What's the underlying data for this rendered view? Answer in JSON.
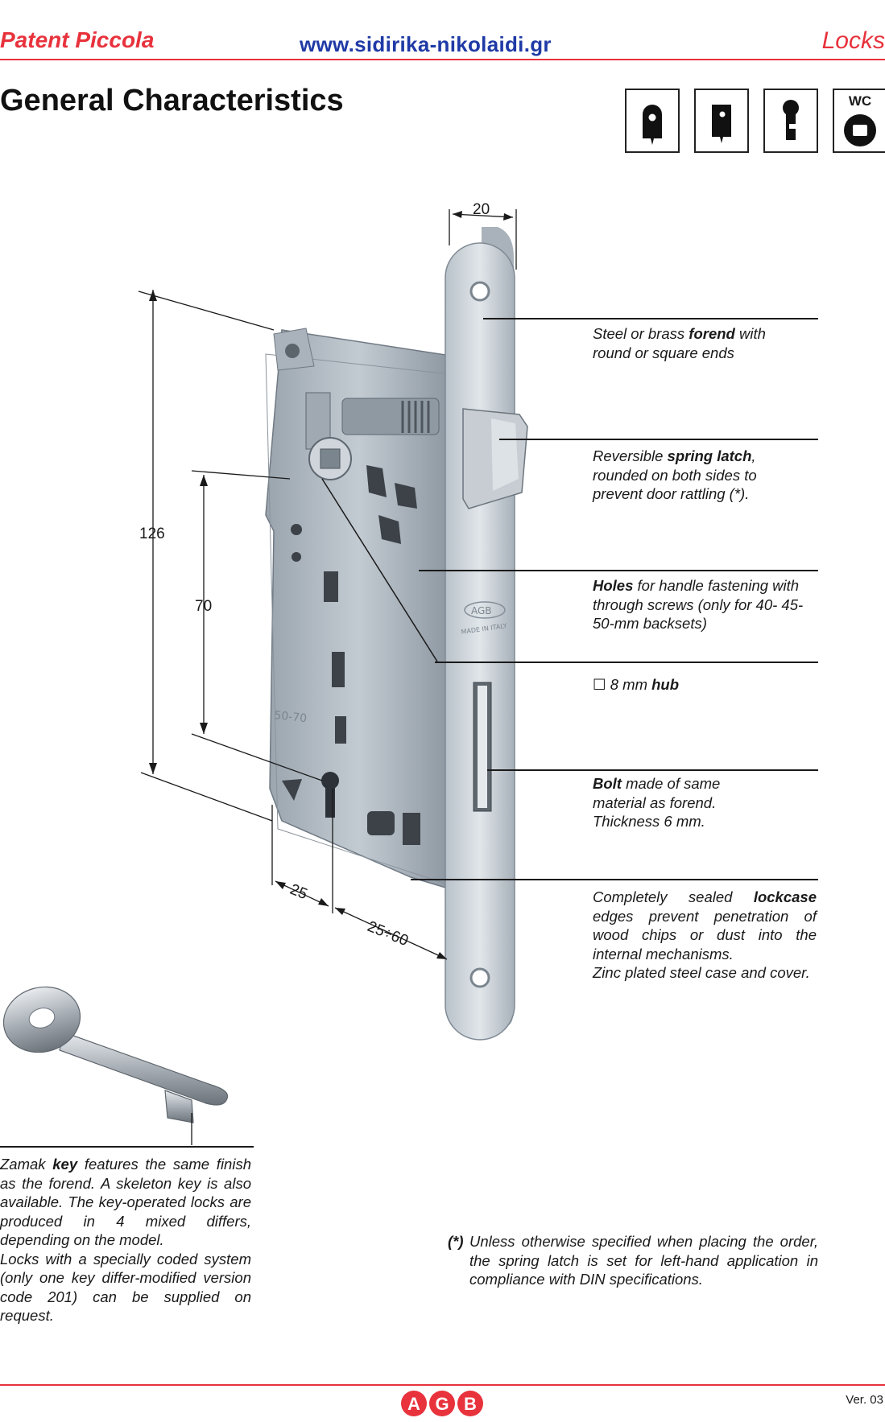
{
  "header": {
    "left": "Patent Piccola",
    "url": "www.sidirika-nikolaidi.gr",
    "right": "Locks"
  },
  "title": "General Characteristics",
  "pictograms": {
    "items": [
      "key-profile-icon",
      "key-profile-small-icon",
      "keyhole-icon",
      "wc-icon"
    ],
    "wc_label": "WC"
  },
  "dimensions": {
    "forend_width": "20",
    "height": "126",
    "center_distance": "70",
    "offset": "25",
    "backset": "25÷60"
  },
  "callouts": {
    "forend": {
      "pre": "Steel or brass ",
      "bold": "forend",
      "post": " with round or square ends"
    },
    "latch": {
      "pre": "Reversible ",
      "bold": "spring latch",
      "post": ", rounded on both sides to prevent door rattling (*)."
    },
    "holes": {
      "bold": "Holes",
      "post": " for handle fastening with through screws (only for 40- 45- 50-mm backsets)"
    },
    "hub": {
      "symbol": "☐",
      "pre": " 8 mm ",
      "bold": "hub"
    },
    "bolt": {
      "bold": "Bolt",
      "post": " made of same material as forend. Thickness 6 mm."
    },
    "lockcase": {
      "pre": "Completely sealed ",
      "bold": "lockcase",
      "post": " edges prevent penetration of wood chips or dust into the internal mechanisms.",
      "line2": "Zinc plated steel case and cover."
    }
  },
  "key_note": {
    "pre": "Zamak ",
    "bold": "key",
    "post": " features the same finish as the forend. A skeleton key is also available. The key-operated locks are produced in 4 mixed differs, depending on the model.",
    "para2": "Locks with a specially coded system (only one key differ-modified version code 201) can be supplied on request."
  },
  "footnote": {
    "mark": "(*)",
    "text": "Unless otherwise specified when placing the order, the spring latch is set for left-hand application in compliance with DIN specifications."
  },
  "lock_marking": {
    "brand": "AGB",
    "made_in": "MADE IN ITALY",
    "code": "50-70"
  },
  "footer": {
    "logo_letters": [
      "A",
      "G",
      "B"
    ],
    "version": "Ver. 03"
  },
  "colors": {
    "accent_red": "#e8323c",
    "url_blue": "#1f3aa6",
    "steel": "#b7c0c8",
    "steel_dark": "#7d8893"
  }
}
